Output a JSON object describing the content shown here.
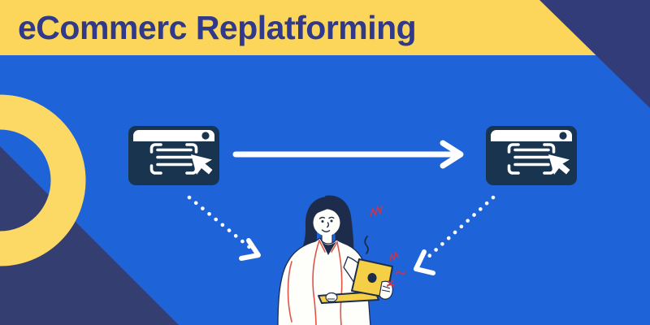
{
  "header": {
    "title": "eCommerc Replatforming"
  },
  "colors": {
    "background": "#1E63D8",
    "banner": "#FBD65A",
    "title_text": "#31398B",
    "corner_triangle": "#323C78",
    "bottom_triangle": "#343E71",
    "ring": "#FCD964",
    "window_icon": "#18344E",
    "hair": "#1D2C4B",
    "jacket_line": "#E05548",
    "laptop": "#F5CF45",
    "decoration_red": "#C8354C",
    "white": "#FFFFFF"
  },
  "icons": {
    "left_window": "browser-window-with-cursor",
    "right_window": "browser-window-with-cursor",
    "migration_arrow": "arrow-right",
    "left_dotted_arrow": "dotted-arrow-down-right",
    "right_dotted_arrow": "dotted-arrow-down-left",
    "person": "woman-holding-laptop"
  }
}
